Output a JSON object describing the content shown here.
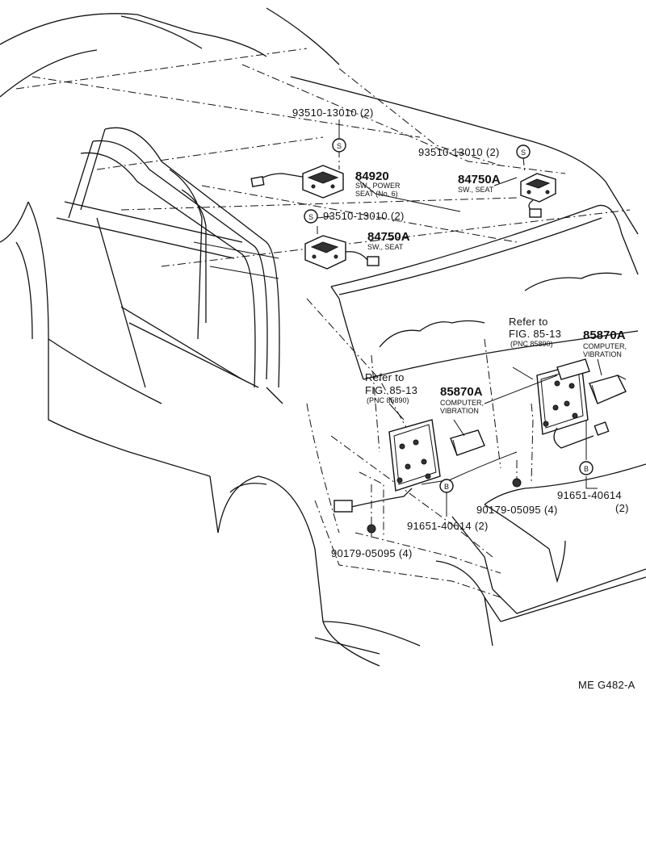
{
  "diagram": {
    "figure_code": "ME G482-A",
    "labels": {
      "bolt_top_1": "93510-13010 (2)",
      "bolt_top_2": "93510-13010 (2)",
      "bolt_mid": "93510-13010 (2)",
      "sw_power_seat_pn": "84920",
      "sw_power_seat_desc_1": "SW., POWER",
      "sw_power_seat_desc_2": "SEAT (No. 6)",
      "sw_seat_right_pn": "84750A",
      "sw_seat_right_desc": "SW., SEAT",
      "sw_seat_left_pn": "84750A",
      "sw_seat_left_desc": "SW., SEAT",
      "refer_right_1": "Refer to",
      "refer_right_2": "FIG. 85-13",
      "refer_right_3": "(PNC 85890)",
      "refer_left_1": "Refer to",
      "refer_left_2": "FIG. 85-13",
      "refer_left_3": "(PNC 85890)",
      "computer_right_pn": "85870A",
      "computer_right_desc_1": "COMPUTER,",
      "computer_right_desc_2": "VIBRATION",
      "computer_left_pn": "85870A",
      "computer_left_desc_1": "COMPUTER,",
      "computer_left_desc_2": "VIBRATION",
      "screw_right": "91651-40614",
      "screw_right_qty": "(2)",
      "screw_left": "91651-40614 (2)",
      "nut_right": "90179-05095 (4)",
      "nut_left": "90179-05095 (4)",
      "marker_s": "S",
      "marker_b": "B"
    }
  }
}
